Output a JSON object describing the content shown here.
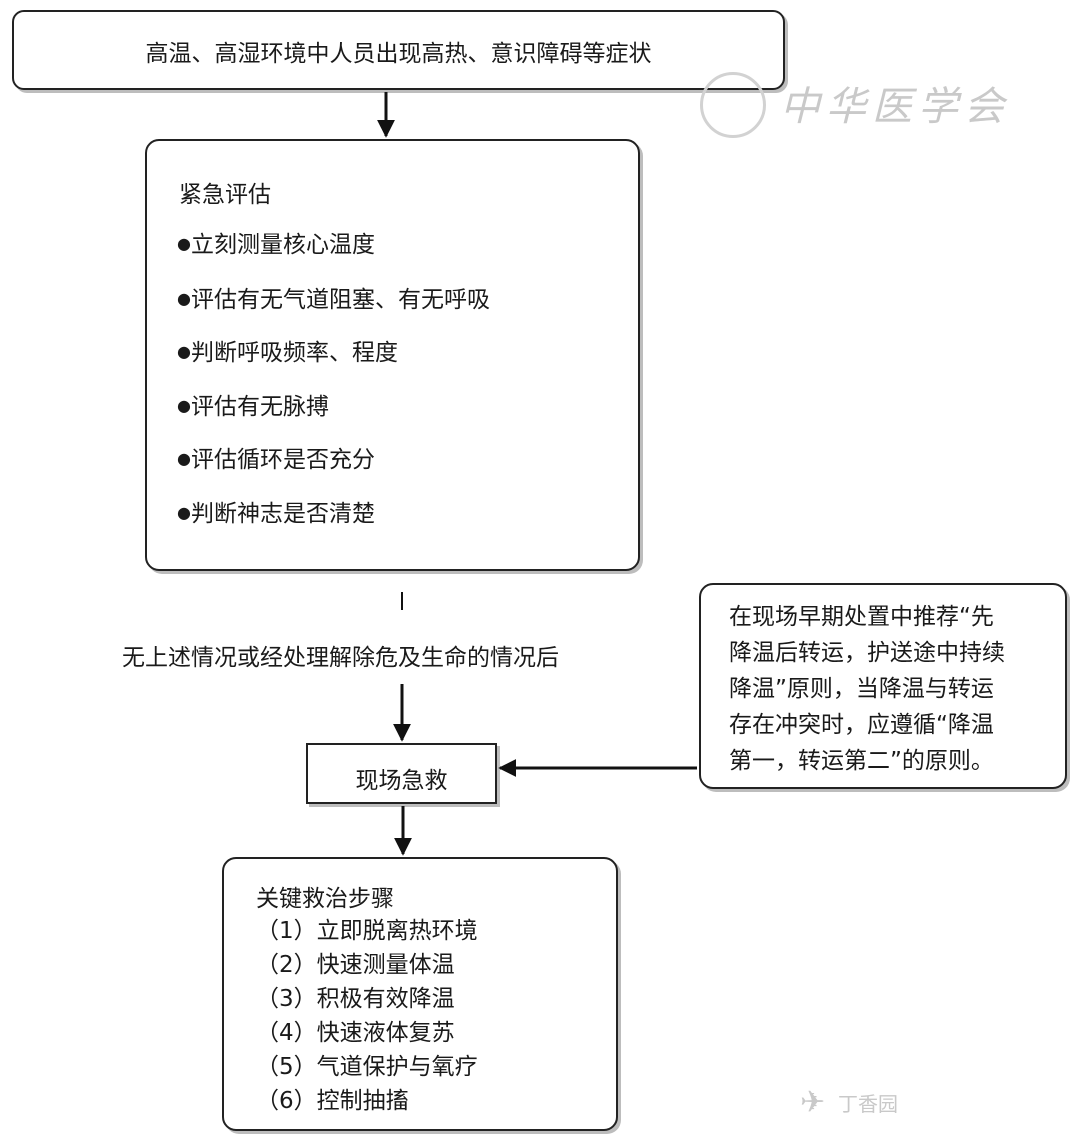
{
  "diagram": {
    "top": "高温、高湿环境中人员出现高热、意识障碍等症状",
    "assessment": {
      "title": "紧急评估",
      "items": [
        "立刻测量核心温度",
        "评估有无气道阻塞、有无呼吸",
        "判断呼吸频率、程度",
        "评估有无脉搏",
        "评估循环是否充分",
        "判断神志是否清楚"
      ],
      "bullet": "●"
    },
    "condition": "无上述情况或经处理解除危及生命的情况后",
    "rescue": "现场急救",
    "note": [
      "在现场早期处置中推荐“先",
      "降温后转运，护送途中持续",
      "降温”原则，当降温与转运",
      "存在冲突时，应遵循“降温",
      "第一，转运第二”的原则。"
    ],
    "steps": {
      "title": "关键救治步骤",
      "items": [
        "（1）立即脱离热环境",
        "（2）快速测量体温",
        "（3）积极有效降温",
        "（4）快速液体复苏",
        "（5）气道保护与氧疗",
        "（6）控制抽搐"
      ]
    }
  },
  "watermarks": {
    "top_right": "中华医学会",
    "bottom": "丁香园"
  }
}
